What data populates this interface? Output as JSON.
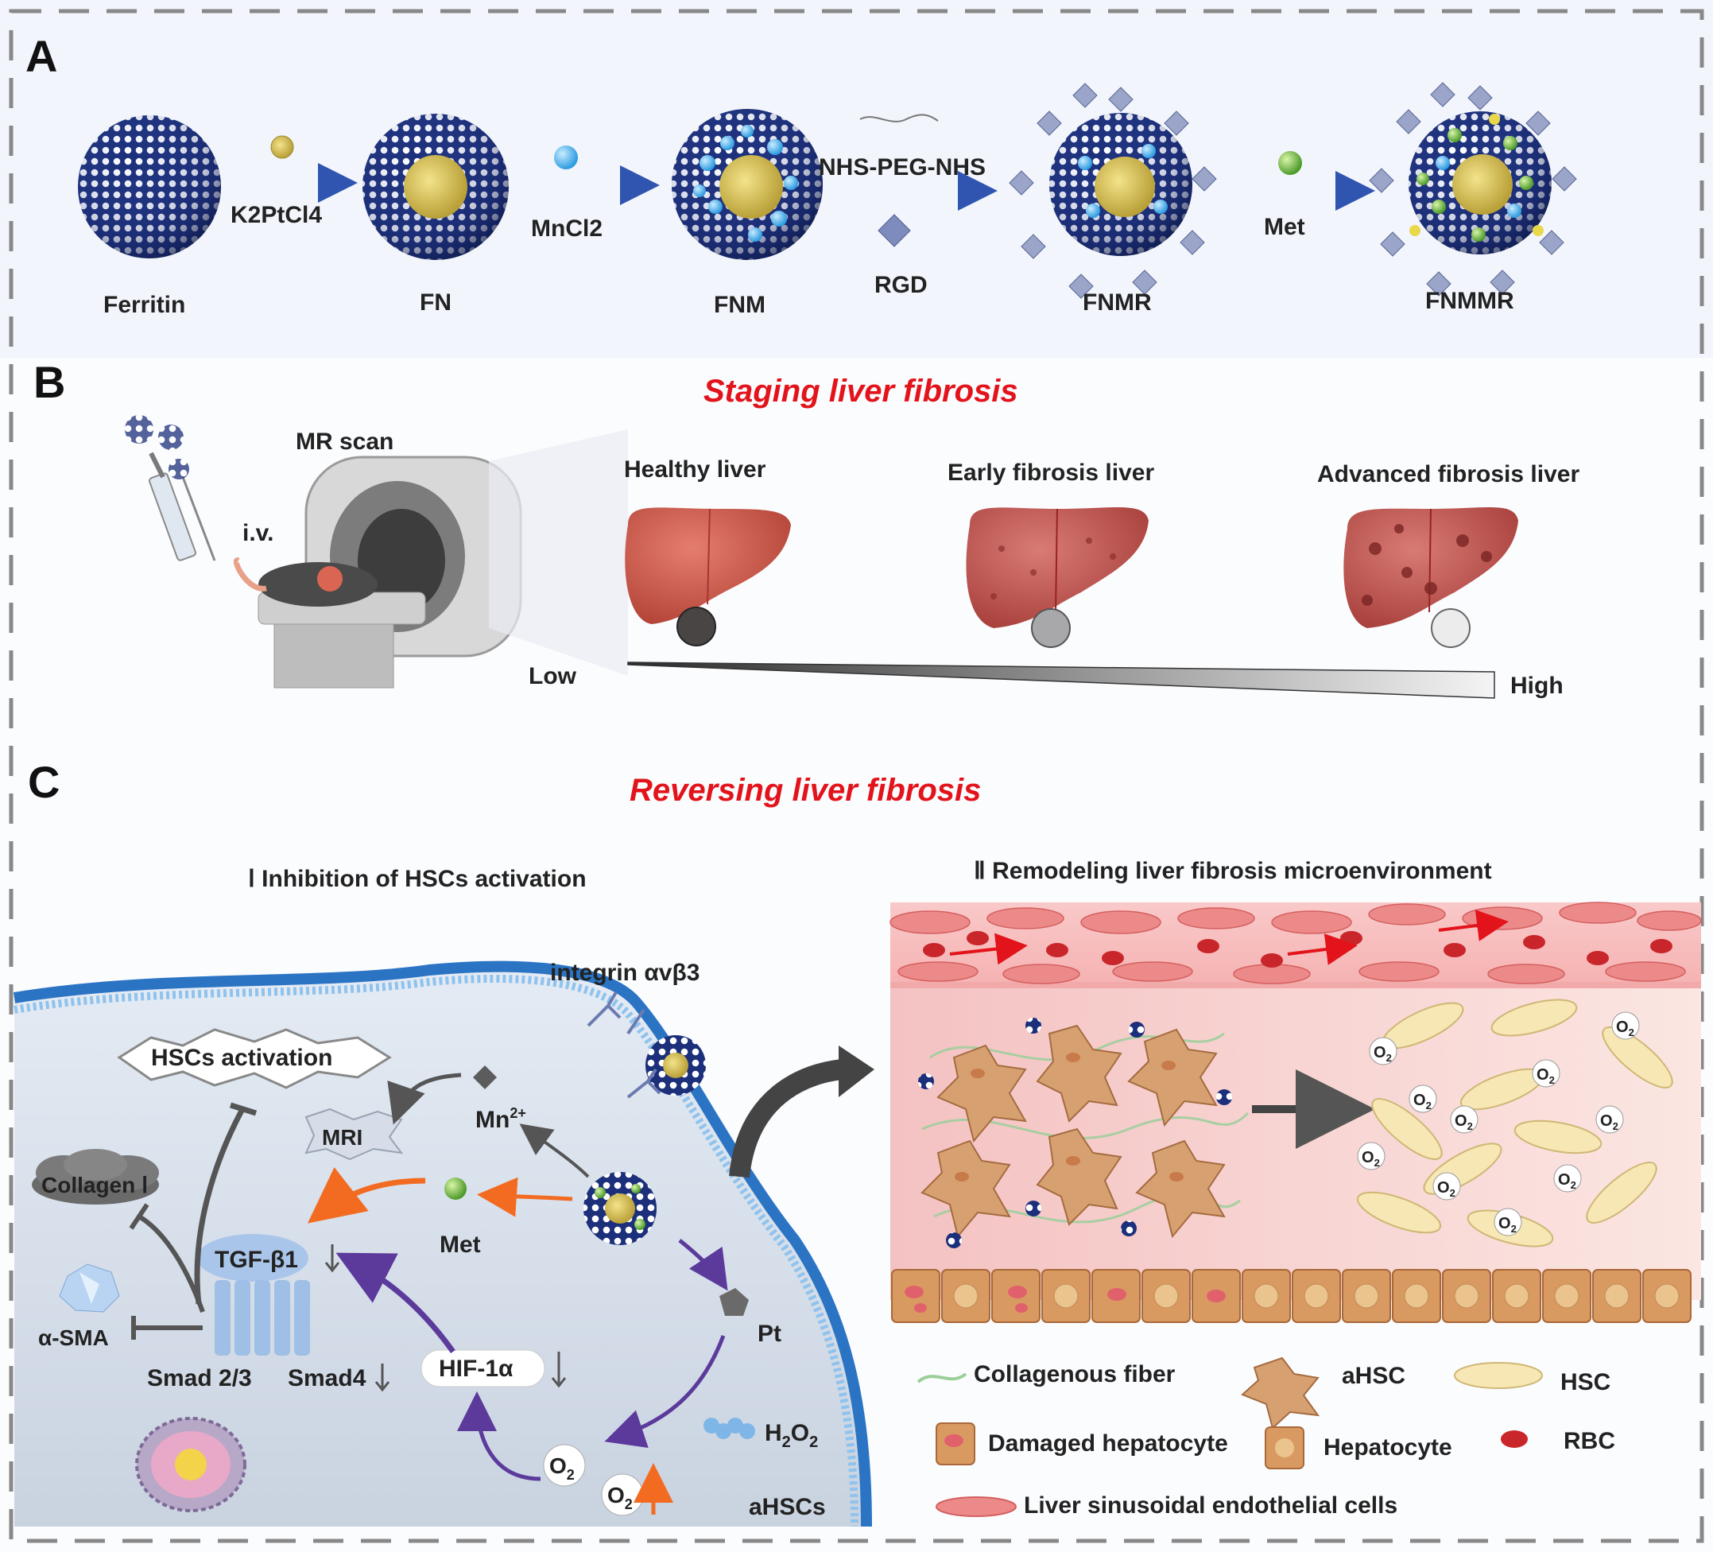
{
  "panel_a": {
    "letter": "A",
    "stages": [
      "Ferritin",
      "FN",
      "FNM",
      "FNMR",
      "FNMMR"
    ],
    "reagent_k2ptcl4": "K2PtCl4",
    "reagent_mncl2": "MnCl2",
    "reagent_nhs": "NHS-PEG-NHS",
    "reagent_rgd": "RGD",
    "reagent_met": "Met"
  },
  "panel_b": {
    "letter": "B",
    "title": "Staging liver fibrosis",
    "mr_scan": "MR scan",
    "iv": "i.v.",
    "healthy": "Healthy liver",
    "early": "Early fibrosis liver",
    "advanced": "Advanced fibrosis liver",
    "low": "Low",
    "high": "High"
  },
  "panel_c": {
    "letter": "C",
    "title": "Reversing liver fibrosis",
    "sub1": "Ⅰ  Inhibition of HSCs activation",
    "sub2": "Ⅱ  Remodeling liver fibrosis microenvironment",
    "hscs_activation": "HSCs activation",
    "integrin": "integrin αvβ3",
    "mri": "MRI",
    "mn": "Mn",
    "mn_sup": "2+",
    "collagen": "Collagen Ⅰ",
    "met": "Met",
    "tgf": "TGF-β1",
    "asma": "α-SMA",
    "smad23": "Smad 2/3",
    "smad4": "Smad4",
    "hif": "HIF-1α",
    "pt": "Pt",
    "h2o2": "H",
    "o2": "O",
    "ahscs": "aHSCs"
  },
  "legend": {
    "collagenous_fiber": "Collagenous fiber",
    "ahsc": "aHSC",
    "hsc": "HSC",
    "damaged_hepatocyte": "Damaged hepatocyte",
    "hepatocyte": "Hepatocyte",
    "rbc": "RBC",
    "lsec": "Liver sinusoidal endothelial cells"
  },
  "colors": {
    "title_red": "#e3131b",
    "ferritin_blue": "#2a3f8f",
    "liver_red": "#c9524a",
    "dashed_border": "#888888"
  }
}
